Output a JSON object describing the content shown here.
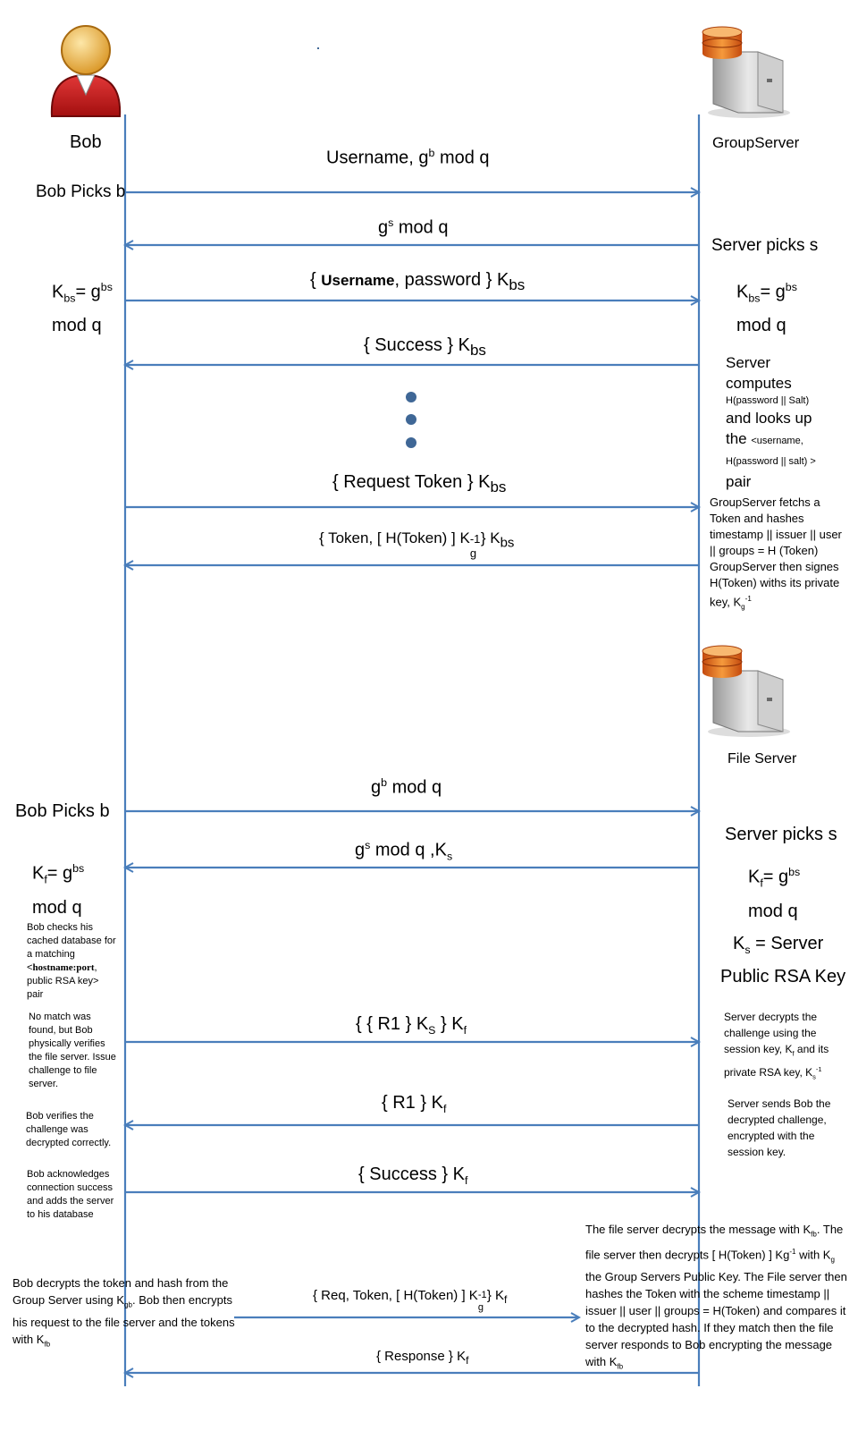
{
  "actors": {
    "bob": "Bob",
    "group_server": "GroupServer",
    "file_server": "File Server"
  },
  "colors": {
    "line": "#4a7ebb",
    "dot": "#3f6796"
  },
  "group_phase": {
    "bob_picks": "Bob Picks b",
    "server_picks": "Server picks s",
    "msg1": "Username, g",
    "msg1_sup": "b",
    "msg1_tail": " mod q",
    "msg2": "g",
    "msg2_sup": "s",
    "msg2_tail": " mod q",
    "msg3_open": "{ ",
    "msg3_bold": "Username",
    "msg3_rest": ", password } K",
    "msg3_sub": "bs",
    "msg4": "{ Success } K",
    "msg4_sub": "bs",
    "msg5": "{ Request Token } K",
    "msg5_sub": "bs",
    "msg6_a": "{ Token, [ H(Token) ] K",
    "msg6_sup": "-1",
    "msg6_sub": "g",
    "msg6_b": "} K",
    "msg6_sub2": "bs",
    "kbs_k": "K",
    "kbs_sub": "bs",
    "kbs_eq": "= g",
    "kbs_sup": "bs",
    "kbs_mod": "mod q",
    "srv_note1": "Server",
    "srv_note2": "computes",
    "srv_note3": "H(password || Salt)",
    "srv_note4": "and looks up",
    "srv_note5": "the",
    "srv_note6": "<username,",
    "srv_note7": "H(password || salt) >",
    "srv_note8": "pair",
    "gs_note": "GroupServer fetchs a Token and hashes timestamp || issuer || user || groups = H (Token) GroupServer then signes H(Token) withs its private key, K",
    "gs_note_sub": "g",
    "gs_note_sup": "-1"
  },
  "file_phase": {
    "bob_picks": "Bob Picks b",
    "server_picks": "Server picks s",
    "msg1": "g",
    "msg1_sup": "b",
    "msg1_tail": " mod q",
    "msg2": "g",
    "msg2_sup": "s",
    "msg2_tail": " mod q ,K",
    "msg2_sub": "s",
    "kf_k": "K",
    "kf_sub": "f",
    "kf_eq": "= g",
    "kf_sup": "bs",
    "kf_mod": "mod q",
    "ks_k": "K",
    "ks_sub": "s",
    "ks_tail": " = Server",
    "ks_line2": "Public RSA Key",
    "bob_note1a": "Bob checks his cached database for a matching <",
    "bob_note1b": "hostname:port",
    "bob_note1c": ", public RSA key> pair",
    "bob_note2": "No match was found, but Bob physically verifies the file server. Issue challenge to file server.",
    "bob_note3": "Bob verifies the challenge was decrypted correctly.",
    "bob_note4": "Bob acknowledges connection success and adds the server to his database",
    "msg3_a": "{ { R1 } K",
    "msg3_sub": "S",
    "msg3_b": " } K",
    "msg3_sub2": "f",
    "msg4": "{ R1 } K",
    "msg4_sub": "f",
    "msg5": "{ Success } K",
    "msg5_sub": "f",
    "srv_note1a": "Server decrypts the challenge using the session key, K",
    "srv_note1_sub": "f",
    "srv_note1b": " and its private RSA key, K",
    "srv_note1_sub2": "s",
    "srv_note1_sup": "-1",
    "srv_note2": "Server sends Bob the decrypted challenge, encrypted with the session key.",
    "fs_note": "The file server decrypts the message with K",
    "fs_note_sub": "fb",
    "fs_note_b": ". The file server then decrypts [ H(Token) ] Kg",
    "fs_note_sup": "-1",
    "fs_note_c": " with K",
    "fs_note_sub2": "g",
    "fs_note_d": " the Group Servers Public Key. The File server then hashes the Token with the scheme timestamp || issuer || user || groups = H(Token) and compares it to the decrypted hash. If they match then the file server responds to Bob encrypting the message with K",
    "fs_note_sub3": "fb",
    "bob_final_a": "Bob decrypts the token and hash from the Group Server using K",
    "bob_final_sub": "gb",
    "bob_final_b": ". Bob then encrypts his request to the file server and the tokens with K",
    "bob_final_sub2": "fb",
    "req_a": "{ Req, Token, [ H(Token) ] K",
    "req_sup": "-1",
    "req_sub": "g",
    "req_b": "} K",
    "req_sub2": "f",
    "resp": "{ Response } K",
    "resp_sub": "f"
  }
}
